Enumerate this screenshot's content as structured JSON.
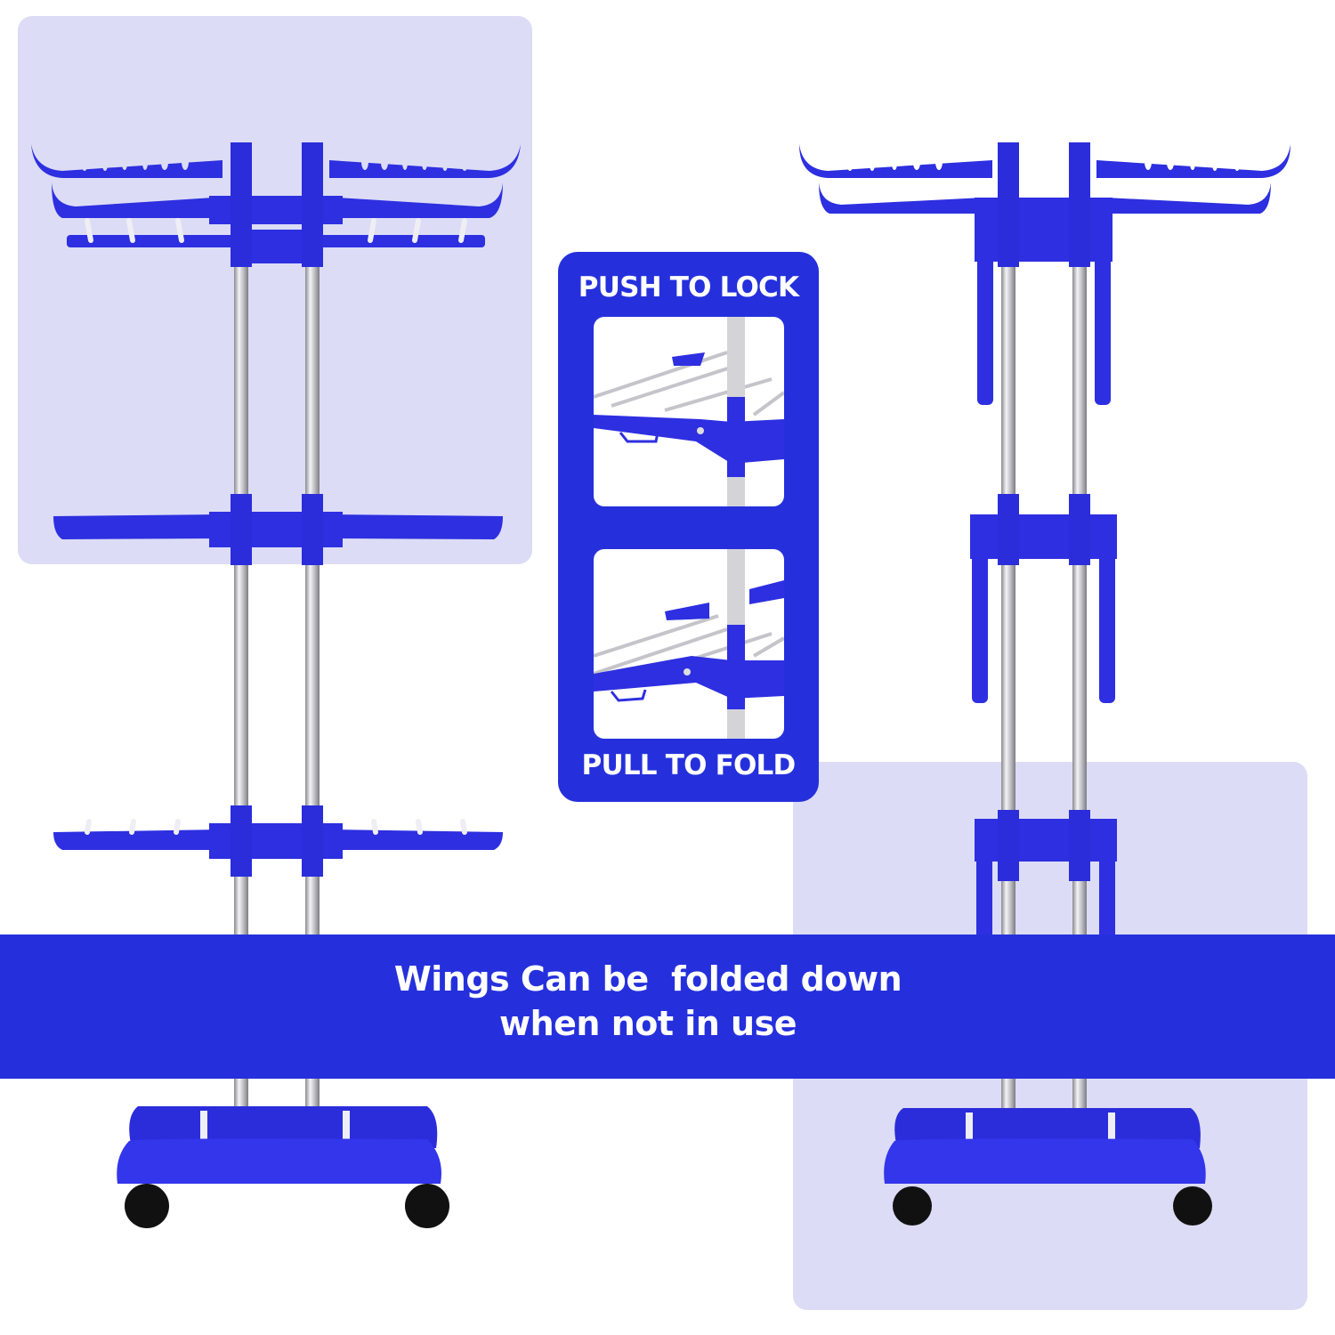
{
  "callout": {
    "top_label": "PUSH TO LOCK",
    "bottom_label": "PULL TO FOLD",
    "images": [
      {
        "name": "push-to-lock-detail",
        "state": "wing locked horizontal"
      },
      {
        "name": "pull-to-fold-detail",
        "state": "wing folding down"
      }
    ]
  },
  "banner": {
    "line1": "Wings Can be  folded down",
    "line2": "when not in use"
  },
  "colors": {
    "brand_blue": "#2530dc",
    "rack_blue": "#2d2fe0",
    "panel_lavender": "#dcdcf6",
    "steel": "#c8c8cc",
    "wheel": "#111111"
  },
  "products": [
    {
      "name": "rack-wings-open",
      "tiers": 3,
      "state": "wings extended"
    },
    {
      "name": "rack-wings-folded",
      "tiers": 3,
      "state": "wings folded down"
    }
  ]
}
